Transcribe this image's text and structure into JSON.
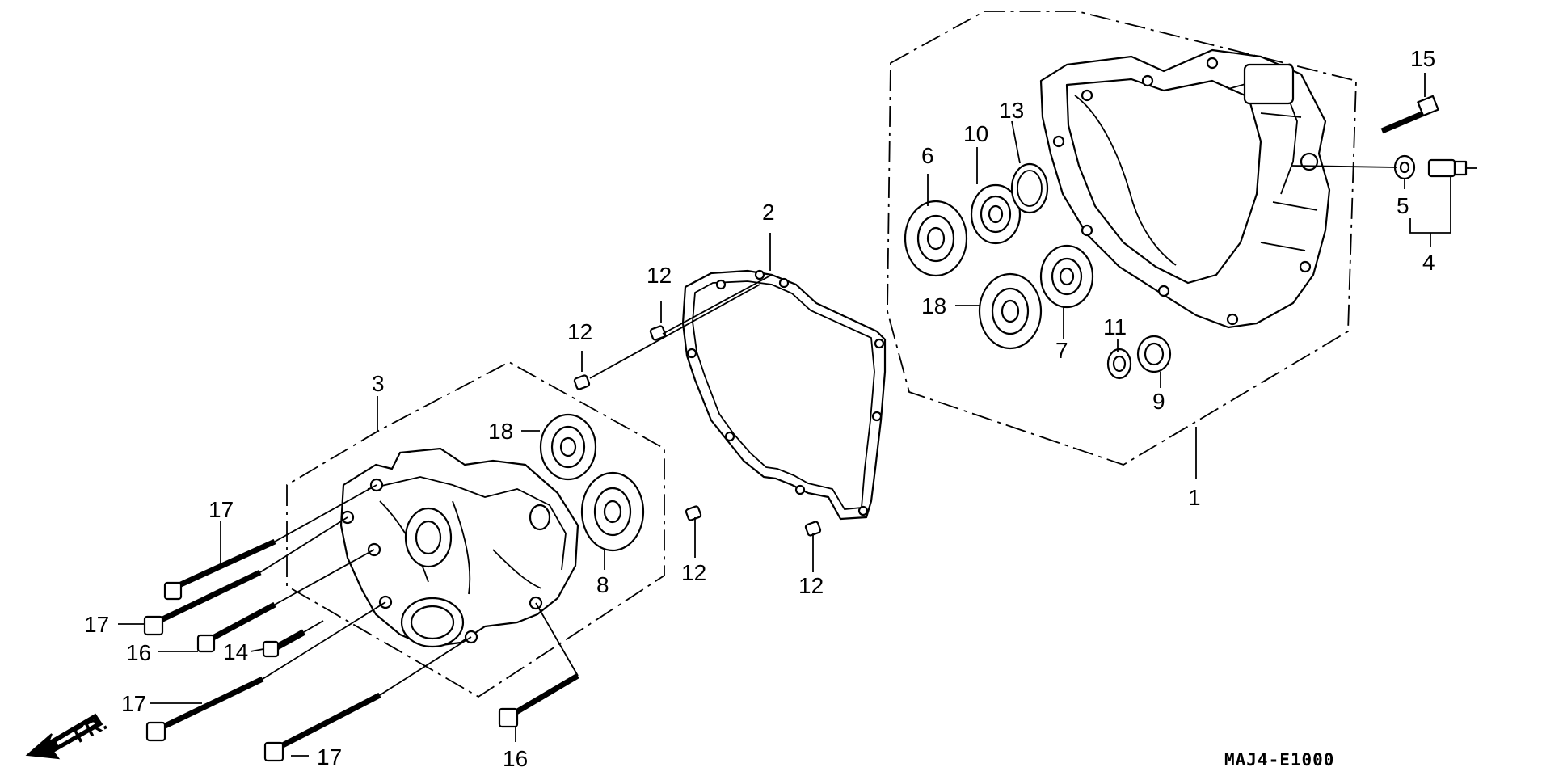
{
  "diagram": {
    "code": "MAJ4-E1000",
    "direction_label": "FR.",
    "callouts": {
      "c1": "1",
      "c2": "2",
      "c3": "3",
      "c4": "4",
      "c5": "5",
      "c6": "6",
      "c7": "7",
      "c8": "8",
      "c9": "9",
      "c10": "10",
      "c11": "11",
      "c12a": "12",
      "c12b": "12",
      "c12c": "12",
      "c12d": "12",
      "c13": "13",
      "c14": "14",
      "c15": "15",
      "c16a": "16",
      "c16b": "16",
      "c17a": "17",
      "c17b": "17",
      "c17c": "17",
      "c17d": "17",
      "c18a": "18",
      "c18b": "18"
    },
    "icons": [
      "case-housing-icon",
      "gasket-icon",
      "cover-housing-icon",
      "bearing-icon",
      "bolt-icon",
      "dowel-pin-icon",
      "circlip-icon",
      "switch-icon",
      "washer-icon",
      "arrow-icon"
    ]
  }
}
